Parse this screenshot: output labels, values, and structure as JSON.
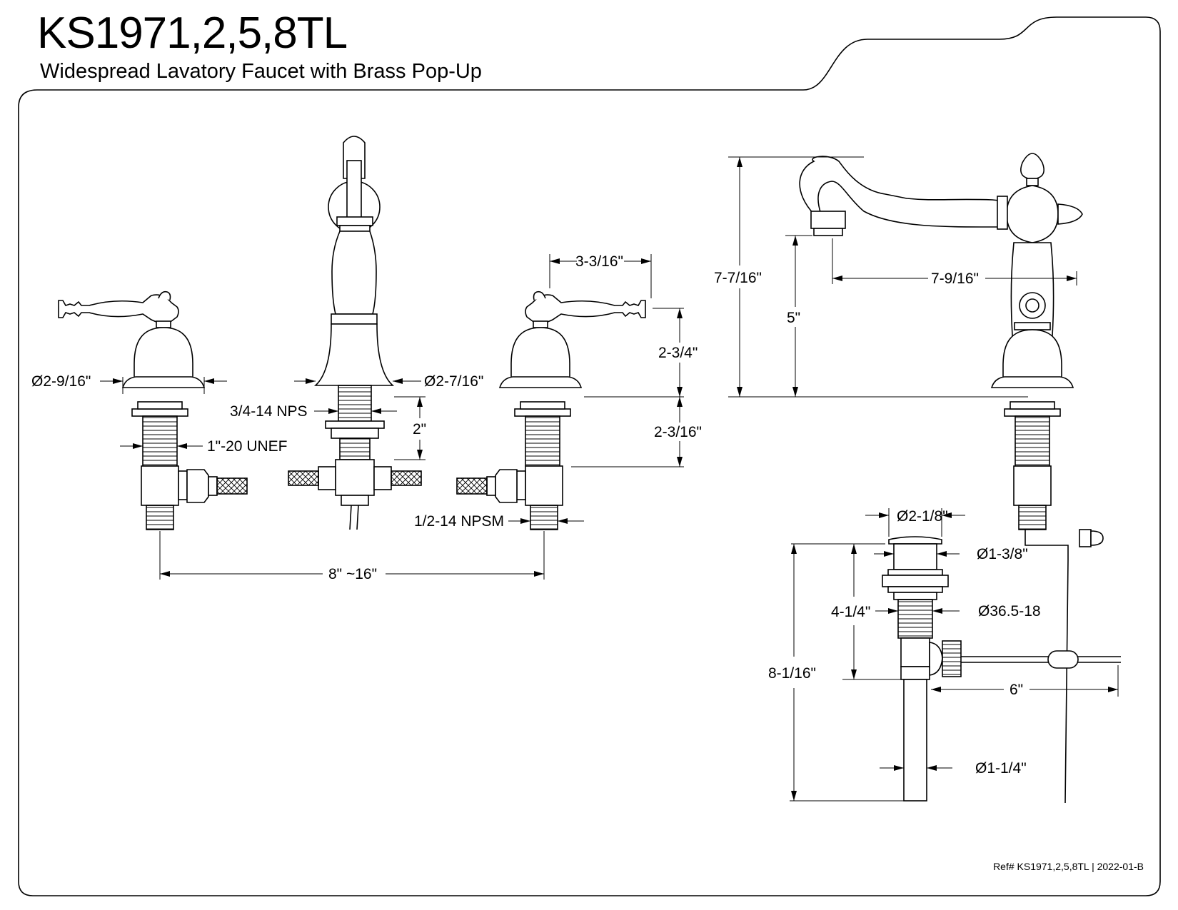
{
  "header": {
    "model": "KS1971,2,5,8TL",
    "description": "Widespread Lavatory Faucet with Brass Pop-Up"
  },
  "footer": {
    "reference": "Ref# KS1971,2,5,8TL | 2022-01-B"
  },
  "dimensions": {
    "handle_base_diameter": "Ø2-9/16\"",
    "spout_base_diameter": "Ø2-7/16\"",
    "spout_shank_thread": "3/4-14 NPS",
    "handle_shank_thread": "1\"-20 UNEF",
    "shank_length": "2\"",
    "handle_length": "3-3/16\"",
    "handle_height": "2-3/4\"",
    "handle_shank_height": "2-3/16\"",
    "valve_outlet_thread": "1/2-14 NPSM",
    "spread": "8\" ~16\"",
    "overall_height": "7-7/16\"",
    "spout_height": "5\"",
    "spout_reach": "7-9/16\"",
    "drain_flange_diameter": "Ø2-1/8\"",
    "drain_stopper_diameter": "Ø1-3/8\"",
    "drain_body_thread": "Ø36.5-18",
    "drain_body_length": "4-1/4\"",
    "drain_total_length": "8-1/16\"",
    "pivot_rod_length": "6\"",
    "tailpiece_diameter": "Ø1-1/4\""
  }
}
